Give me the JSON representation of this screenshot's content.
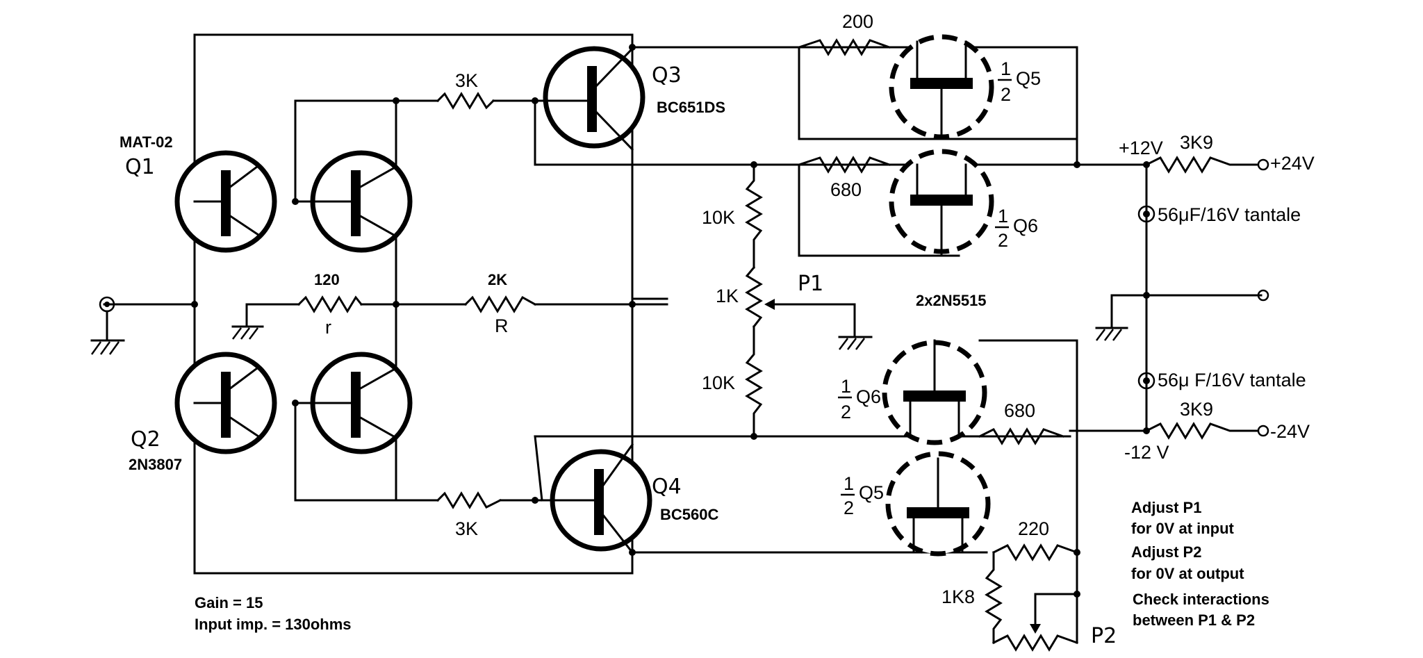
{
  "components": {
    "q1_part": "MAT-02",
    "q1": "Q1",
    "q2": "Q2",
    "q2_part": "2N3807",
    "q3": "Q3",
    "q3_part": "BC651DS",
    "q4": "Q4",
    "q4_part": "BC560C",
    "r_3k_top": "3K",
    "r_3k_bottom": "3K",
    "r_120": "120",
    "r_small": "r",
    "r_2k": "2K",
    "r_big": "R",
    "r_200": "200",
    "r_680_top": "680",
    "r_680_bottom": "680",
    "r_10k_top": "10K",
    "r_1k": "1K",
    "r_10k_bottom": "10K",
    "p1": "P1",
    "jfet_parts": "2x2N5515",
    "q5_top": "Q5",
    "q6_top": "Q6",
    "q6_bottom": "Q6",
    "q5_bottom": "Q5",
    "half": "1",
    "half_den": "2",
    "r_220": "220",
    "r_1k8": "1K8",
    "p2": "P2",
    "r_3k9_top": "3K9",
    "r_3k9_bottom": "3K9",
    "v_plus12": "+12V",
    "v_minus12": "-12 V",
    "v_plus24": "+24V",
    "v_minus24": "-24V",
    "cap_top": "56μF/16V tantale",
    "cap_bottom": "56μ F/16V tantale"
  },
  "notes": {
    "gain": "Gain = 15",
    "input_imp": "Input imp. = 130ohms",
    "adj1_a": "Adjust P1",
    "adj1_b": "for 0V at input",
    "adj2_a": "Adjust P2",
    "adj2_b": "for 0V at output",
    "check_a": "Check interactions",
    "check_b": "between P1 & P2"
  }
}
